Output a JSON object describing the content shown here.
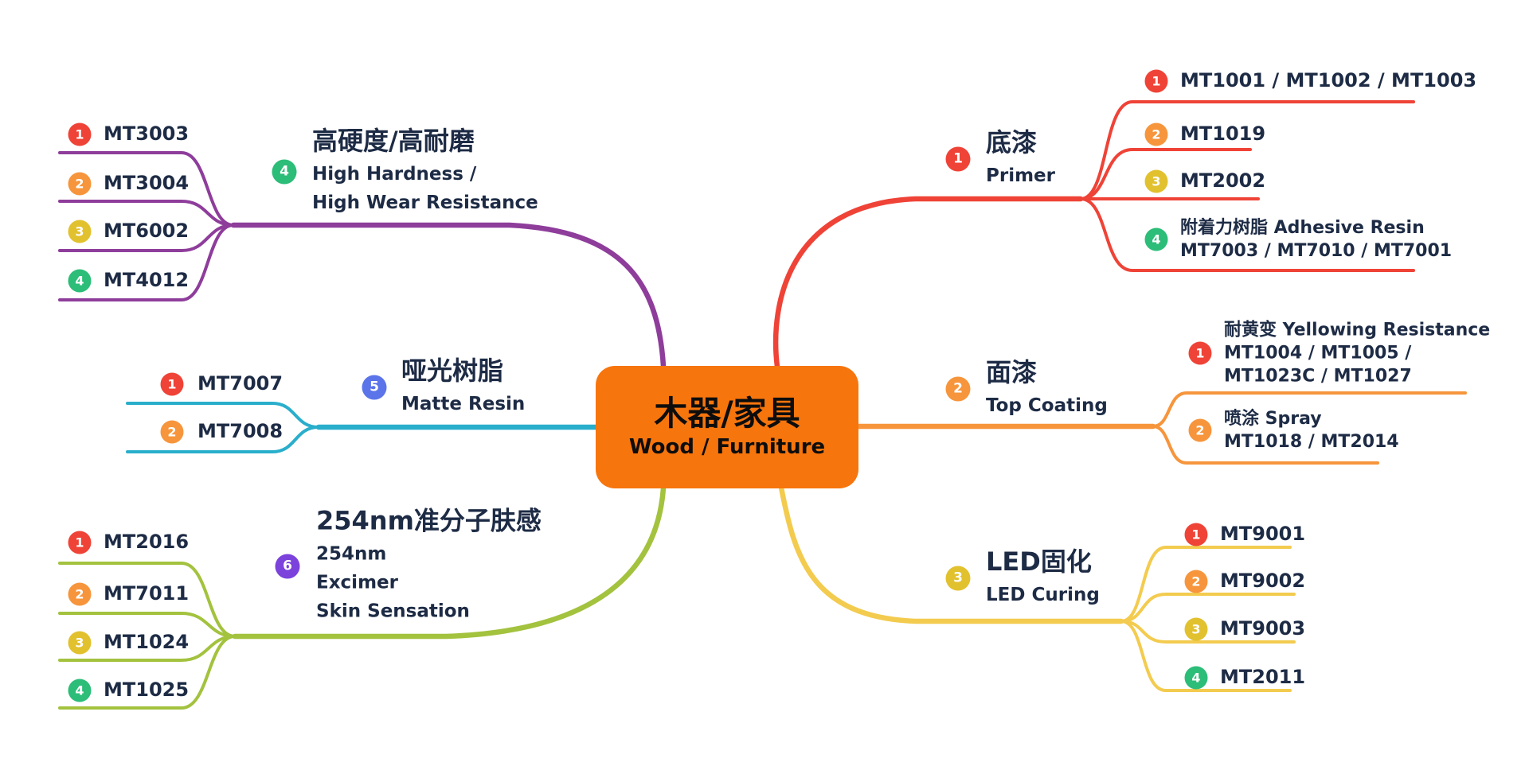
{
  "center": {
    "title": "木器/家具",
    "subtitle": "Wood / Furniture",
    "bg_color": "#F7750D"
  },
  "text_color": "#1D2B45",
  "branches": [
    {
      "label_zh": "底漆",
      "label_en_lines": [
        "Primer"
      ],
      "badge": "1",
      "badge_color": "#EF4337",
      "line_color": "#EF4337",
      "children": [
        {
          "badge": "1",
          "badge_color": "#EF4337",
          "lines": [
            "MT1001 / MT1002 / MT1003"
          ]
        },
        {
          "badge": "2",
          "badge_color": "#F6953C",
          "lines": [
            "MT1019"
          ]
        },
        {
          "badge": "3",
          "badge_color": "#E2C12F",
          "lines": [
            "MT2002"
          ]
        },
        {
          "badge": "4",
          "badge_color": "#2CBD78",
          "lines": [
            "附着力树脂 Adhesive Resin",
            "MT7003 / MT7010 / MT7001"
          ]
        }
      ]
    },
    {
      "label_zh": "面漆",
      "label_en_lines": [
        "Top Coating"
      ],
      "badge": "2",
      "badge_color": "#F6953C",
      "line_color": "#F6953C",
      "children": [
        {
          "badge": "1",
          "badge_color": "#EF4337",
          "lines": [
            "耐黄变 Yellowing Resistance",
            "MT1004 / MT1005 /",
            "MT1023C / MT1027"
          ]
        },
        {
          "badge": "2",
          "badge_color": "#F6953C",
          "lines": [
            "喷涂 Spray",
            "MT1018 / MT2014"
          ]
        }
      ]
    },
    {
      "label_zh": "LED固化",
      "label_en_lines": [
        "LED Curing"
      ],
      "badge": "3",
      "badge_color": "#E2C12F",
      "line_color": "#F3CB4E",
      "children": [
        {
          "badge": "1",
          "badge_color": "#EF4337",
          "lines": [
            "MT9001"
          ]
        },
        {
          "badge": "2",
          "badge_color": "#F6953C",
          "lines": [
            "MT9002"
          ]
        },
        {
          "badge": "3",
          "badge_color": "#E2C12F",
          "lines": [
            "MT9003"
          ]
        },
        {
          "badge": "4",
          "badge_color": "#2CBD78",
          "lines": [
            "MT2011"
          ]
        }
      ]
    },
    {
      "label_zh": "高硬度/高耐磨",
      "label_en_lines": [
        "High Hardness /",
        "High Wear Resistance"
      ],
      "badge": "4",
      "badge_color": "#2CBD78",
      "line_color": "#8E3D9B",
      "children": [
        {
          "badge": "1",
          "badge_color": "#EF4337",
          "lines": [
            "MT3003"
          ]
        },
        {
          "badge": "2",
          "badge_color": "#F6953C",
          "lines": [
            "MT3004"
          ]
        },
        {
          "badge": "3",
          "badge_color": "#E2C12F",
          "lines": [
            "MT6002"
          ]
        },
        {
          "badge": "4",
          "badge_color": "#2CBD78",
          "lines": [
            "MT4012"
          ]
        }
      ]
    },
    {
      "label_zh": "哑光树脂",
      "label_en_lines": [
        "Matte Resin"
      ],
      "badge": "5",
      "badge_color": "#5B74E9",
      "line_color": "#29AECB",
      "children": [
        {
          "badge": "1",
          "badge_color": "#EF4337",
          "lines": [
            "MT7007"
          ]
        },
        {
          "badge": "2",
          "badge_color": "#F6953C",
          "lines": [
            "MT7008"
          ]
        }
      ]
    },
    {
      "label_zh": "254nm准分子肤感",
      "label_en_lines": [
        "254nm",
        "Excimer",
        "Skin Sensation"
      ],
      "badge": "6",
      "badge_color": "#7B42DC",
      "line_color": "#A3C23E",
      "children": [
        {
          "badge": "1",
          "badge_color": "#EF4337",
          "lines": [
            "MT2016"
          ]
        },
        {
          "badge": "2",
          "badge_color": "#F6953C",
          "lines": [
            "MT7011"
          ]
        },
        {
          "badge": "3",
          "badge_color": "#E2C12F",
          "lines": [
            "MT1024"
          ]
        },
        {
          "badge": "4",
          "badge_color": "#2CBD78",
          "lines": [
            "MT1025"
          ]
        }
      ]
    }
  ]
}
